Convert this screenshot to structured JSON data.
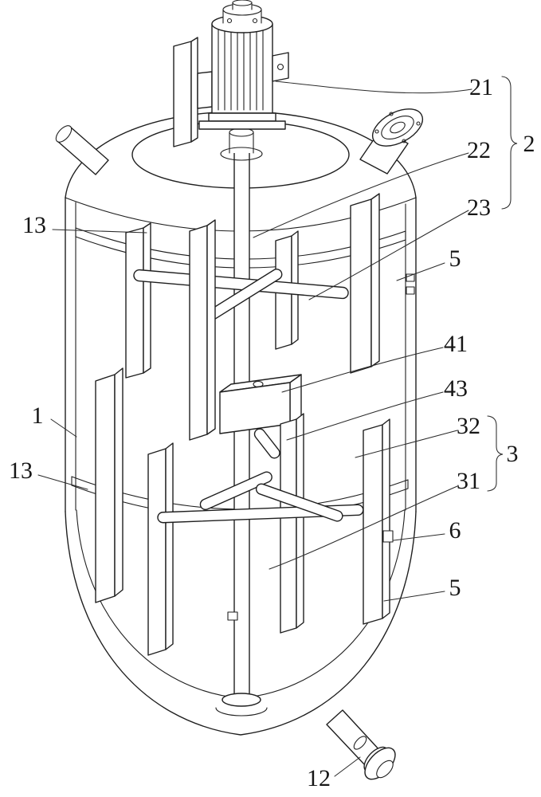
{
  "figure": {
    "background": "#ffffff",
    "line_color": "#1f1f1f",
    "labels": {
      "l21": "21",
      "l22": "22",
      "l23": "23",
      "l2": "2",
      "l5a": "5",
      "l41": "41",
      "l43": "43",
      "l32": "32",
      "l3": "3",
      "l31": "31",
      "l6": "6",
      "l5b": "5",
      "l1": "1",
      "l13a": "13",
      "l13b": "13",
      "l12": "12"
    }
  }
}
